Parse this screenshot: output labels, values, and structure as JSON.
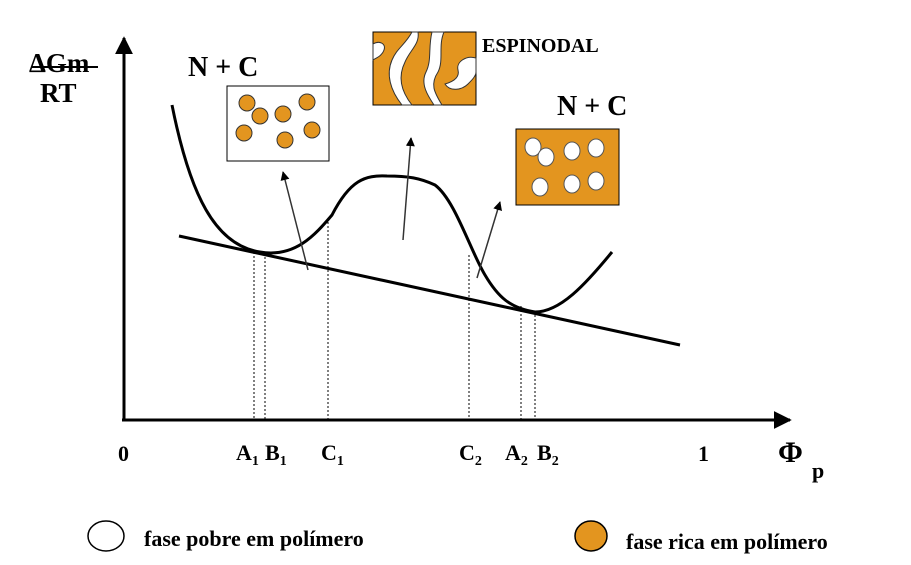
{
  "axis": {
    "y_label_top": "ΔGm",
    "y_label_bottom": "RT",
    "x_symbol": "Φ",
    "x_subscript": "p",
    "x_min_label": "0",
    "x_max_label": "1"
  },
  "points": [
    {
      "letter": "A",
      "sub": "1"
    },
    {
      "letter": "B",
      "sub": "1"
    },
    {
      "letter": "C",
      "sub": "1"
    },
    {
      "letter": "C",
      "sub": "2"
    },
    {
      "letter": "A",
      "sub": "2"
    },
    {
      "letter": "B",
      "sub": "2"
    }
  ],
  "region_labels": {
    "left": "N + C",
    "middle": "ESPINODAL",
    "right": "N + C"
  },
  "legend": {
    "poor": "fase pobre em polímero",
    "rich": "fase rica em polímero"
  },
  "colors": {
    "rich": "#E3951F",
    "poor": "#FFFFFF",
    "ink": "#000000"
  }
}
